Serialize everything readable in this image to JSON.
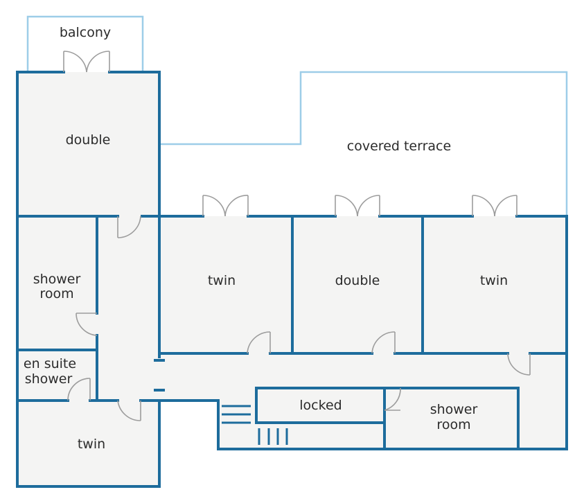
{
  "plan": {
    "colors": {
      "wall": "#1d6c9c",
      "outdoor_outline": "#9dcde8",
      "floor": "#f4f4f3",
      "door_arc": "#9c9c9c",
      "label": "#2b2b2b"
    },
    "rooms": {
      "balcony": "balcony",
      "double_top": "double",
      "covered_terrace": "covered terrace",
      "shower_room_left_1": "shower",
      "shower_room_left_2": "room",
      "twin_1": "twin",
      "double_mid": "double",
      "twin_2": "twin",
      "en_suite_1": "en suite",
      "en_suite_2": "shower",
      "locked": "locked",
      "shower_room_right_1": "shower",
      "shower_room_right_2": "room",
      "twin_bottom": "twin"
    }
  }
}
